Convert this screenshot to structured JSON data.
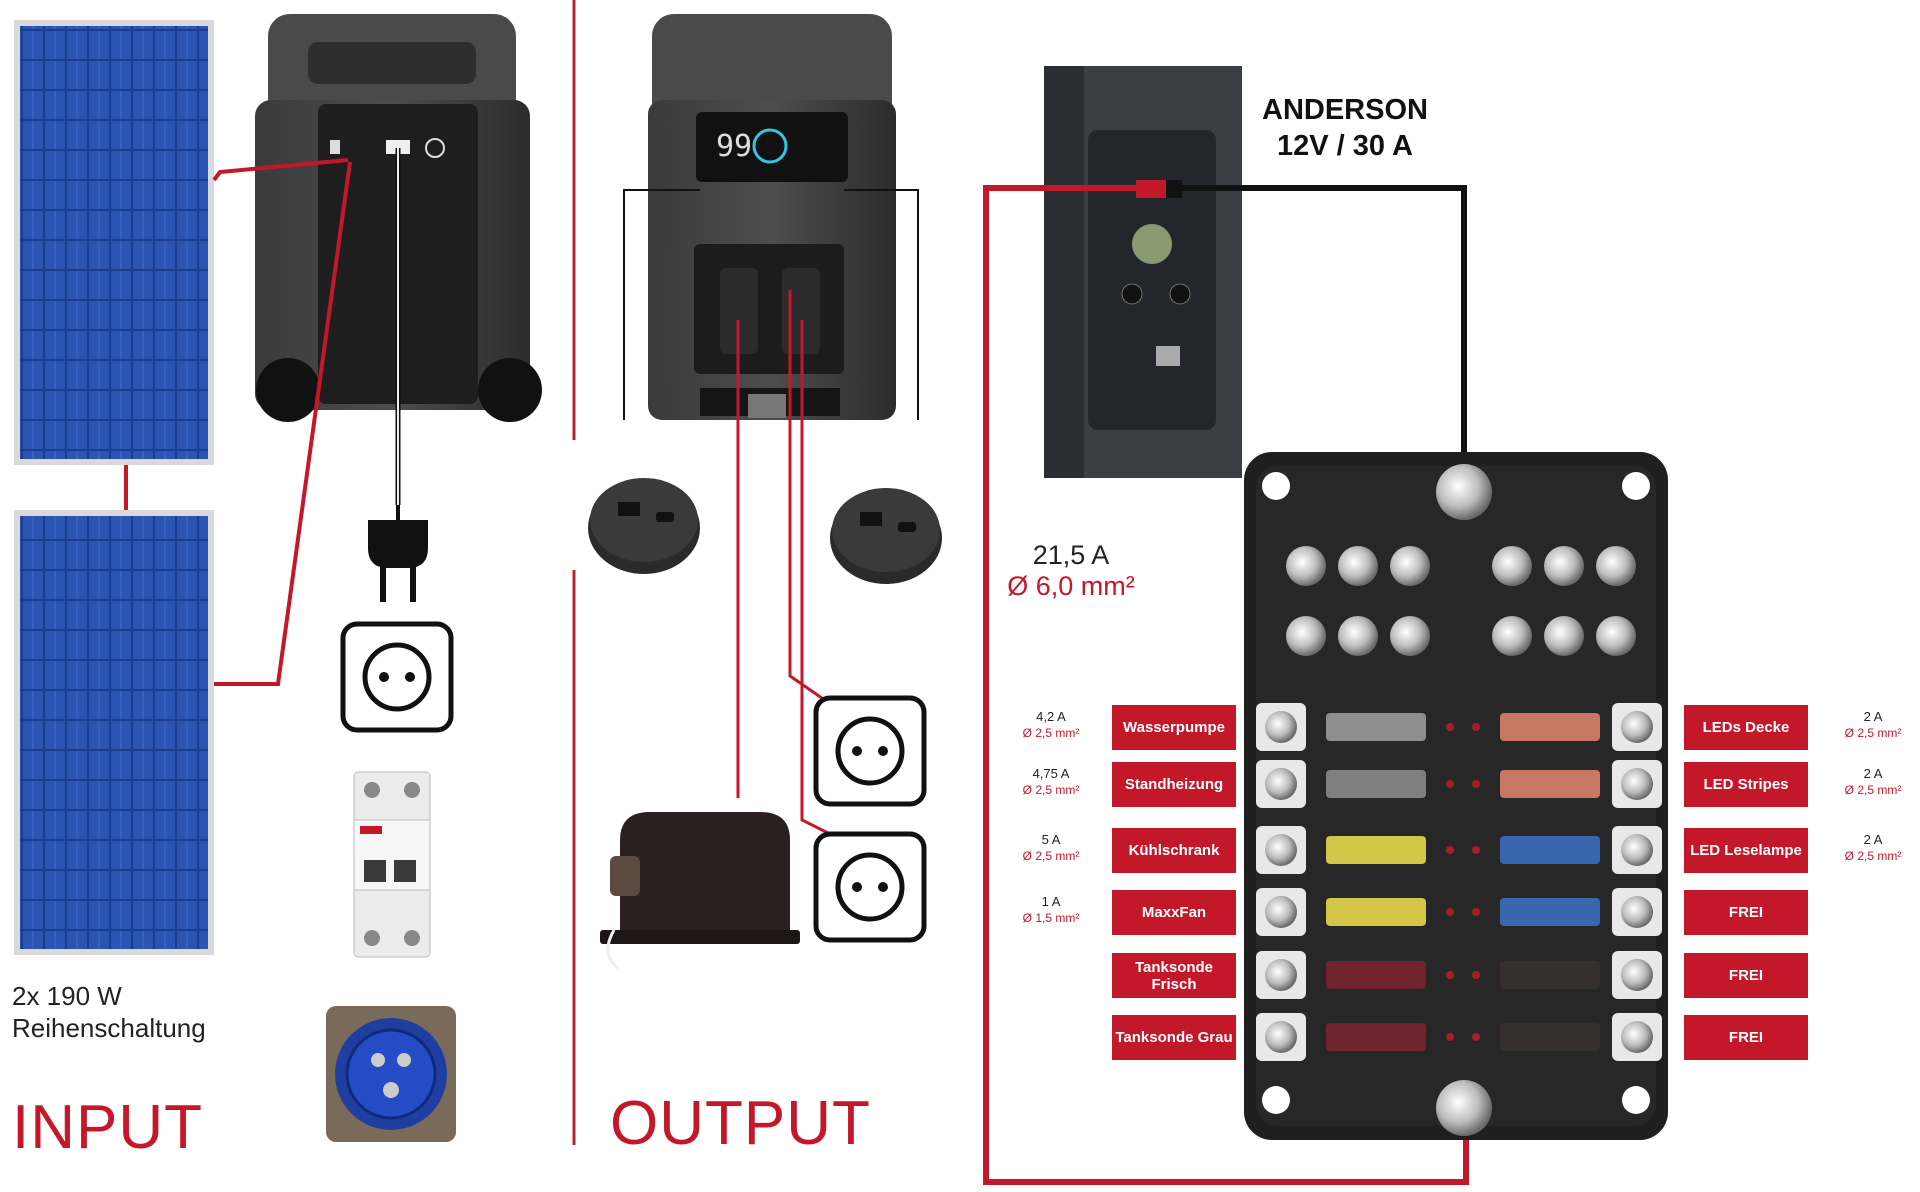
{
  "input": {
    "title": "INPUT",
    "solar_line1": "2x 190 W",
    "solar_line2": "Reihenschaltung"
  },
  "output": {
    "title": "OUTPUT"
  },
  "anderson": {
    "line1": "ANDERSON",
    "line2": "12V / 30 A"
  },
  "main_feed": {
    "current": "21,5 A",
    "cross_section": "Ø 6,0 mm²"
  },
  "circuits_left": [
    {
      "label": "Wasserpumpe",
      "current": "4,2 A",
      "cross_section": "Ø 2,5 mm²"
    },
    {
      "label": "Standheizung",
      "current": "4,75 A",
      "cross_section": "Ø 2,5 mm²"
    },
    {
      "label": "Kühlschrank",
      "current": "5 A",
      "cross_section": "Ø 2,5 mm²"
    },
    {
      "label": "MaxxFan",
      "current": "1 A",
      "cross_section": "Ø 1,5 mm²"
    },
    {
      "label": "Tanksonde Frisch"
    },
    {
      "label": "Tanksonde Grau"
    }
  ],
  "circuits_right": [
    {
      "label": "LEDs Decke",
      "current": "2 A",
      "cross_section": "Ø 2,5 mm²"
    },
    {
      "label": "LED Stripes",
      "current": "2 A",
      "cross_section": "Ø 2,5 mm²"
    },
    {
      "label": "LED Leselampe",
      "current": "2 A",
      "cross_section": "Ø 2,5 mm²"
    },
    {
      "label": "FREI"
    },
    {
      "label": "FREI"
    },
    {
      "label": "FREI"
    }
  ],
  "colors": {
    "accent_red": "#c3172a",
    "wire_black": "#111111",
    "divider": "#b8232f"
  },
  "icons": [
    "solar-panel-icon",
    "power-station-icon",
    "plug-icon",
    "socket-icon",
    "circuit-breaker-icon",
    "cee-inlet-icon",
    "usb-socket-icon",
    "heater-icon",
    "anderson-port-icon",
    "fuse-box-icon"
  ]
}
